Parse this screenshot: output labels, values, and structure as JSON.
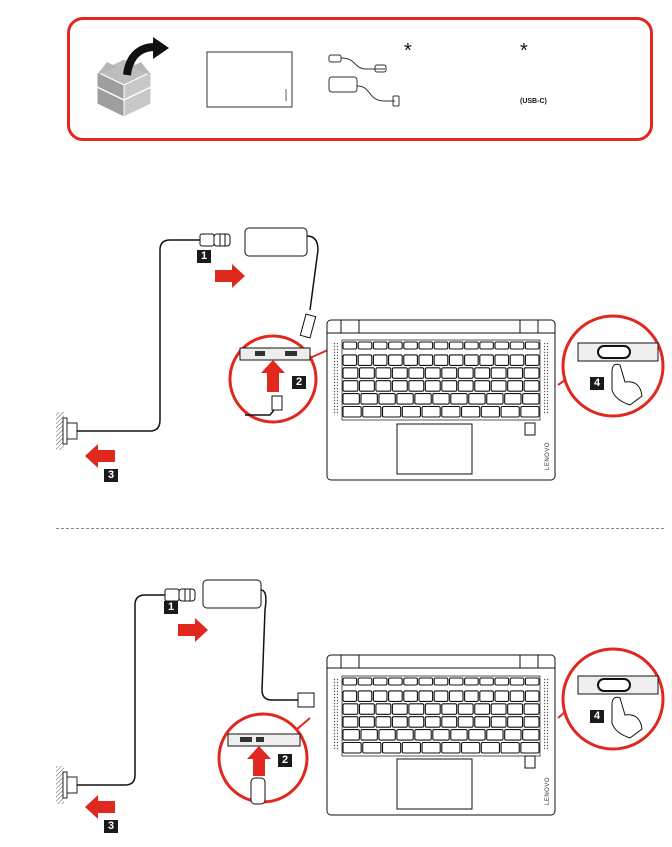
{
  "package_contents": {
    "asterisk_1": "*",
    "asterisk_2": "*",
    "usbc_label": "(USB-C)"
  },
  "section_round_plug": {
    "steps": [
      "1",
      "2",
      "3",
      "4"
    ],
    "laptop_brand": "LENOVO"
  },
  "section_usbc": {
    "steps": [
      "1",
      "2",
      "3",
      "4"
    ],
    "laptop_brand": "LENOVO"
  },
  "colors": {
    "accent_red": "#e0281e",
    "line_dark": "#1a1a1a"
  },
  "icons": [
    "box-open-icon",
    "arrow-right-icon",
    "arrow-left-icon",
    "arrow-up-icon",
    "power-button-icon"
  ]
}
